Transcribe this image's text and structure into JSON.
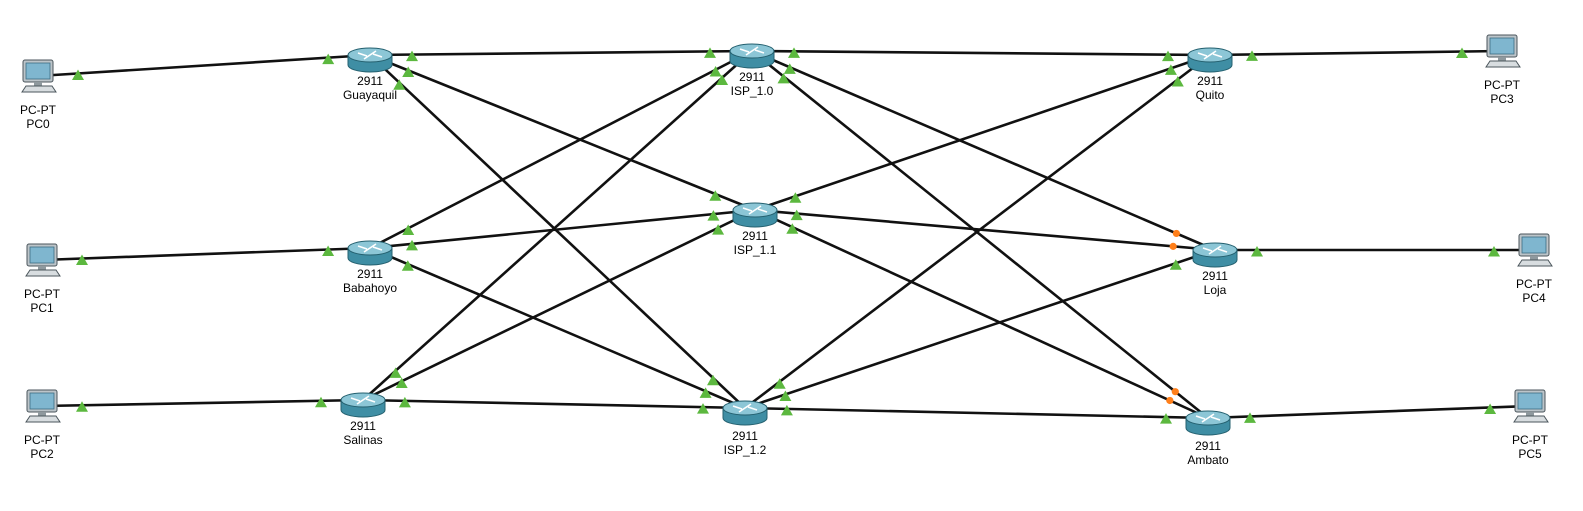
{
  "colors": {
    "link": "#111111",
    "port_up": "#5cb83f",
    "port_pending": "#ff7f1a",
    "router_body": "#3f8ea4",
    "router_top": "#8cc6d6",
    "pc_screen": "#7fb6cf",
    "pc_body": "#bcc4c9"
  },
  "devices": [
    {
      "id": "PC0",
      "kind": "pc",
      "model": "PC-PT",
      "name": "PC0",
      "icon": "pc-icon"
    },
    {
      "id": "PC1",
      "kind": "pc",
      "model": "PC-PT",
      "name": "PC1",
      "icon": "pc-icon"
    },
    {
      "id": "PC2",
      "kind": "pc",
      "model": "PC-PT",
      "name": "PC2",
      "icon": "pc-icon"
    },
    {
      "id": "PC3",
      "kind": "pc",
      "model": "PC-PT",
      "name": "PC3",
      "icon": "pc-icon"
    },
    {
      "id": "PC4",
      "kind": "pc",
      "model": "PC-PT",
      "name": "PC4",
      "icon": "pc-icon"
    },
    {
      "id": "PC5",
      "kind": "pc",
      "model": "PC-PT",
      "name": "PC5",
      "icon": "pc-icon"
    },
    {
      "id": "Guayaquil",
      "kind": "router",
      "model": "2911",
      "name": "Guayaquil",
      "icon": "router-icon"
    },
    {
      "id": "Babahoyo",
      "kind": "router",
      "model": "2911",
      "name": "Babahoyo",
      "icon": "router-icon"
    },
    {
      "id": "Salinas",
      "kind": "router",
      "model": "2911",
      "name": "Salinas",
      "icon": "router-icon"
    },
    {
      "id": "ISP_1.0",
      "kind": "router",
      "model": "2911",
      "name": "ISP_1.0",
      "icon": "router-icon"
    },
    {
      "id": "ISP_1.1",
      "kind": "router",
      "model": "2911",
      "name": "ISP_1.1",
      "icon": "router-icon"
    },
    {
      "id": "ISP_1.2",
      "kind": "router",
      "model": "2911",
      "name": "ISP_1.2",
      "icon": "router-icon"
    },
    {
      "id": "Quito",
      "kind": "router",
      "model": "2911",
      "name": "Quito",
      "icon": "router-icon"
    },
    {
      "id": "Loja",
      "kind": "router",
      "model": "2911",
      "name": "Loja",
      "icon": "router-icon"
    },
    {
      "id": "Ambato",
      "kind": "router",
      "model": "2911",
      "name": "Ambato",
      "icon": "router-icon"
    }
  ],
  "links": [
    {
      "from": "PC0",
      "to": "Guayaquil",
      "from_status": "up",
      "to_status": "up"
    },
    {
      "from": "PC1",
      "to": "Babahoyo",
      "from_status": "up",
      "to_status": "up"
    },
    {
      "from": "PC2",
      "to": "Salinas",
      "from_status": "up",
      "to_status": "up"
    },
    {
      "from": "Guayaquil",
      "to": "ISP_1.0",
      "from_status": "up",
      "to_status": "up"
    },
    {
      "from": "Guayaquil",
      "to": "ISP_1.1",
      "from_status": "up",
      "to_status": "up"
    },
    {
      "from": "Guayaquil",
      "to": "ISP_1.2",
      "from_status": "up",
      "to_status": "up"
    },
    {
      "from": "Babahoyo",
      "to": "ISP_1.0",
      "from_status": "up",
      "to_status": "up"
    },
    {
      "from": "Babahoyo",
      "to": "ISP_1.1",
      "from_status": "up",
      "to_status": "up"
    },
    {
      "from": "Babahoyo",
      "to": "ISP_1.2",
      "from_status": "up",
      "to_status": "up"
    },
    {
      "from": "Salinas",
      "to": "ISP_1.0",
      "from_status": "up",
      "to_status": "up"
    },
    {
      "from": "Salinas",
      "to": "ISP_1.1",
      "from_status": "up",
      "to_status": "up"
    },
    {
      "from": "Salinas",
      "to": "ISP_1.2",
      "from_status": "up",
      "to_status": "up"
    },
    {
      "from": "ISP_1.0",
      "to": "Quito",
      "from_status": "up",
      "to_status": "up"
    },
    {
      "from": "ISP_1.0",
      "to": "Loja",
      "from_status": "up",
      "to_status": "pending"
    },
    {
      "from": "ISP_1.0",
      "to": "Ambato",
      "from_status": "up",
      "to_status": "pending"
    },
    {
      "from": "ISP_1.1",
      "to": "Quito",
      "from_status": "up",
      "to_status": "up"
    },
    {
      "from": "ISP_1.1",
      "to": "Loja",
      "from_status": "up",
      "to_status": "pending"
    },
    {
      "from": "ISP_1.1",
      "to": "Ambato",
      "from_status": "up",
      "to_status": "pending"
    },
    {
      "from": "ISP_1.2",
      "to": "Quito",
      "from_status": "up",
      "to_status": "up"
    },
    {
      "from": "ISP_1.2",
      "to": "Loja",
      "from_status": "up",
      "to_status": "up"
    },
    {
      "from": "ISP_1.2",
      "to": "Ambato",
      "from_status": "up",
      "to_status": "up"
    },
    {
      "from": "Quito",
      "to": "PC3",
      "from_status": "up",
      "to_status": "up"
    },
    {
      "from": "Loja",
      "to": "PC4",
      "from_status": "up",
      "to_status": "up"
    },
    {
      "from": "Ambato",
      "to": "PC5",
      "from_status": "up",
      "to_status": "up"
    }
  ]
}
